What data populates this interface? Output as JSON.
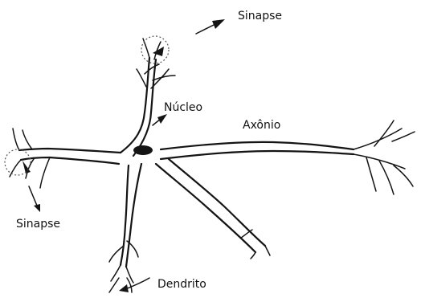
{
  "labels": {
    "sinapse_top": "Sinapse",
    "sinapse_left": "Sinapse",
    "nucleo": "Núcleo",
    "axonio": "Axônio",
    "dendrito": "Dendrito"
  },
  "colors": {
    "ink": "#141414",
    "halo": "#555555",
    "background": "#ffffff"
  }
}
